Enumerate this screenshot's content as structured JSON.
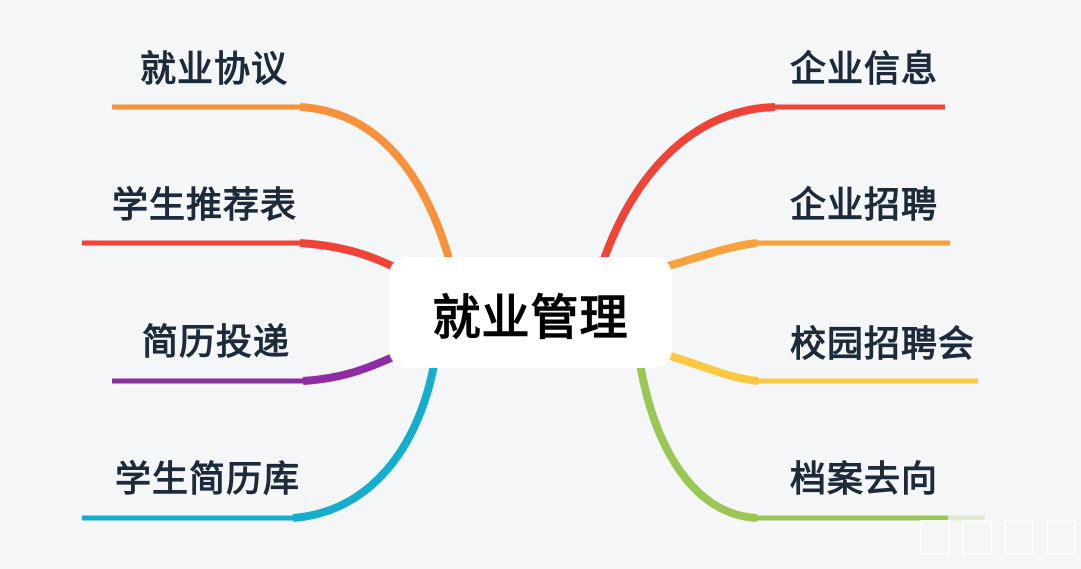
{
  "page": {
    "background_color": "#F5F6F8",
    "label_text_color": "#1C2A3A"
  },
  "mindmap": {
    "root": {
      "label": "就业管理",
      "background": "#FFFFFF",
      "text_color": "#000000"
    },
    "branches": [
      {
        "side": "left",
        "label": "就业协议",
        "color": "#F6913C"
      },
      {
        "side": "left",
        "label": "学生推荐表",
        "color": "#EF4337"
      },
      {
        "side": "left",
        "label": "简历投递",
        "color": "#8E2DA3"
      },
      {
        "side": "left",
        "label": "学生简历库",
        "color": "#14ADCE"
      },
      {
        "side": "right",
        "label": "企业信息",
        "color": "#EF4337"
      },
      {
        "side": "right",
        "label": "企业招聘",
        "color": "#F8A23D"
      },
      {
        "side": "right",
        "label": "校园招聘会",
        "color": "#FBC840"
      },
      {
        "side": "right",
        "label": "档案去向",
        "color": "#9AC654"
      }
    ]
  }
}
